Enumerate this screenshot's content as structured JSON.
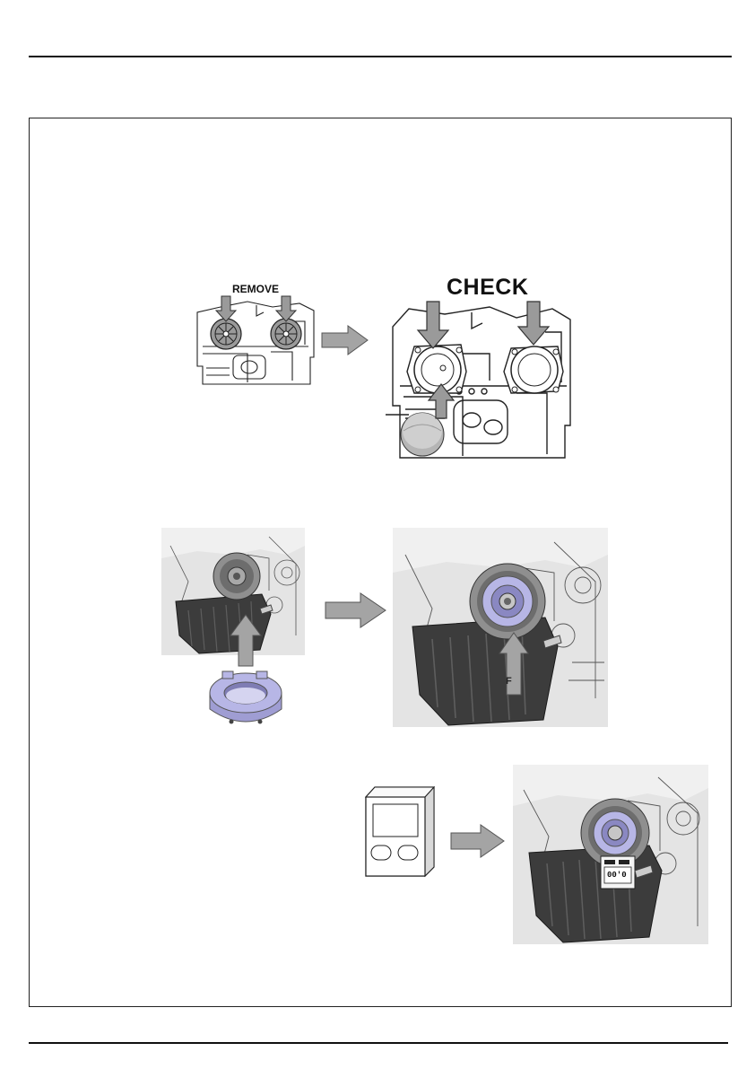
{
  "step1": {
    "remove_label": "REMOVE",
    "check_label": "CHECK"
  },
  "step2": {
    "force_label": "F"
  },
  "step3": {
    "gauge_reading": "00'0"
  },
  "colors": {
    "arrow_fill": "#a4a4a4",
    "arrow_stroke": "#555555",
    "tool_purple": "#b7b6e6",
    "cover_dark": "#3c3c3c",
    "engine_light": "#e6e6e6"
  }
}
